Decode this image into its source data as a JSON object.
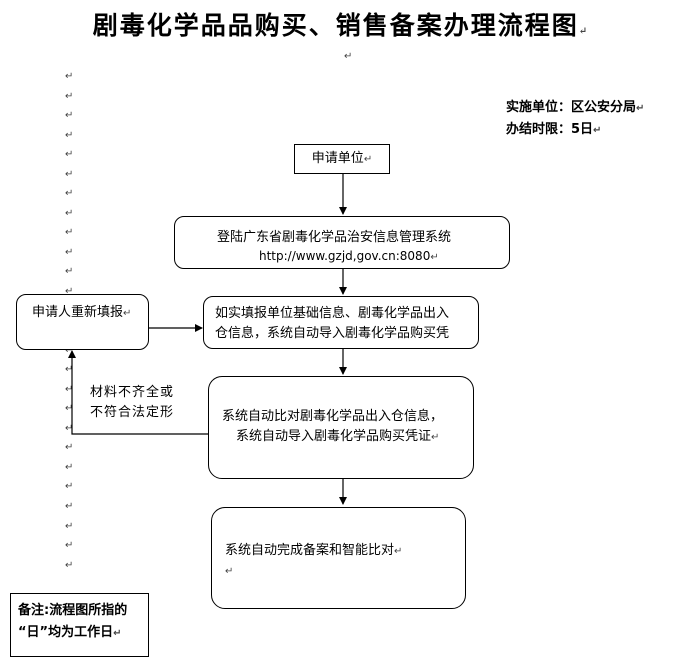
{
  "title": "剧毒化学品品购买、销售备案办理流程图",
  "return_mark": "↵",
  "info": {
    "unit": "实施单位：区公安分局",
    "time_limit": "办结时限：5日"
  },
  "boxes": {
    "applicant": "申请单位",
    "login_line1": "登陆广东省剧毒化学品治安信息管理系统",
    "login_url": "http://www.gzjd,gov.cn:8080",
    "fill_line1": "如实填报单位基础信息、剧毒化学品出入",
    "fill_line2": "仓信息，系统自动导入剧毒化学品购买凭",
    "compare_line1": "系统自动比对剧毒化学品出入仓信息，",
    "compare_line2": "系统自动导入剧毒化学品购买凭证",
    "complete": "系统自动完成备案和智能比对",
    "refill": "申请人重新填报"
  },
  "labels": {
    "incomplete_line1": "材料不齐全或",
    "incomplete_line2": "不符合法定形"
  },
  "note": {
    "line1": "备注:流程图所指的",
    "line2": "“日”均为工作日"
  }
}
